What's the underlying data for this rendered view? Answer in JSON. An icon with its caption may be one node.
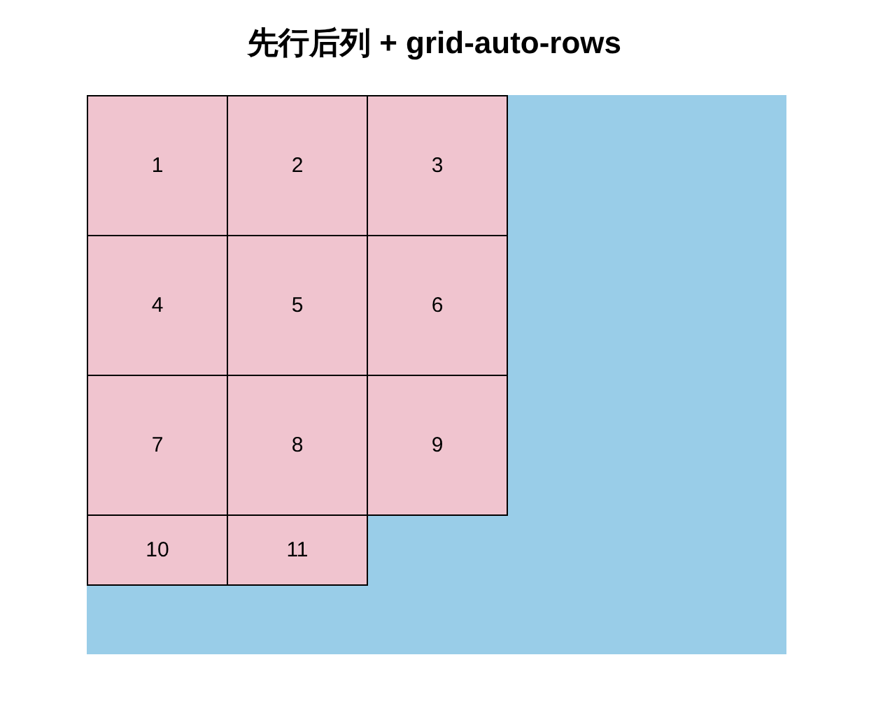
{
  "diagram": {
    "title": "先行后列 + grid-auto-rows",
    "nodes": [
      {
        "text": [],
        "shape": "box"
      },
      {
        "text": [
          "1"
        ],
        "in": 0
      },
      {
        "text": [
          "2"
        ],
        "in": 0
      },
      {
        "text": [
          "3"
        ],
        "in": 0
      },
      {
        "text": [
          "4"
        ],
        "in": 0
      },
      {
        "text": [
          "5"
        ],
        "in": 0
      },
      {
        "text": [
          "6"
        ],
        "in": 0
      },
      {
        "text": [
          "7"
        ],
        "in": 0
      },
      {
        "text": [
          "8"
        ],
        "in": 0
      },
      {
        "text": [
          "9"
        ],
        "in": 0
      },
      {
        "text": [
          "10"
        ],
        "in": 0
      },
      {
        "text": [
          "11"
        ],
        "in": 0
      }
    ]
  }
}
